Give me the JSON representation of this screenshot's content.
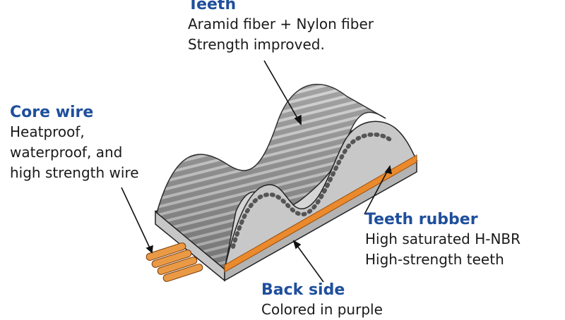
{
  "accent_color": "#1f4f9c",
  "belt_color": "#888888",
  "rubber_color": "#ea8a2c",
  "labels": {
    "teeth": {
      "title": "Teeth",
      "lines": [
        "Aramid fiber + Nylon fiber",
        "Strength improved."
      ]
    },
    "core_wire": {
      "title": "Core wire",
      "lines": [
        "Heatproof,",
        "waterproof, and",
        "high strength wire"
      ]
    },
    "teeth_rubber": {
      "title": "Teeth rubber",
      "lines": [
        "High saturated H-NBR",
        "High-strength teeth"
      ]
    },
    "back_side": {
      "title": "Back side",
      "lines": [
        "Colored in purple"
      ]
    }
  }
}
